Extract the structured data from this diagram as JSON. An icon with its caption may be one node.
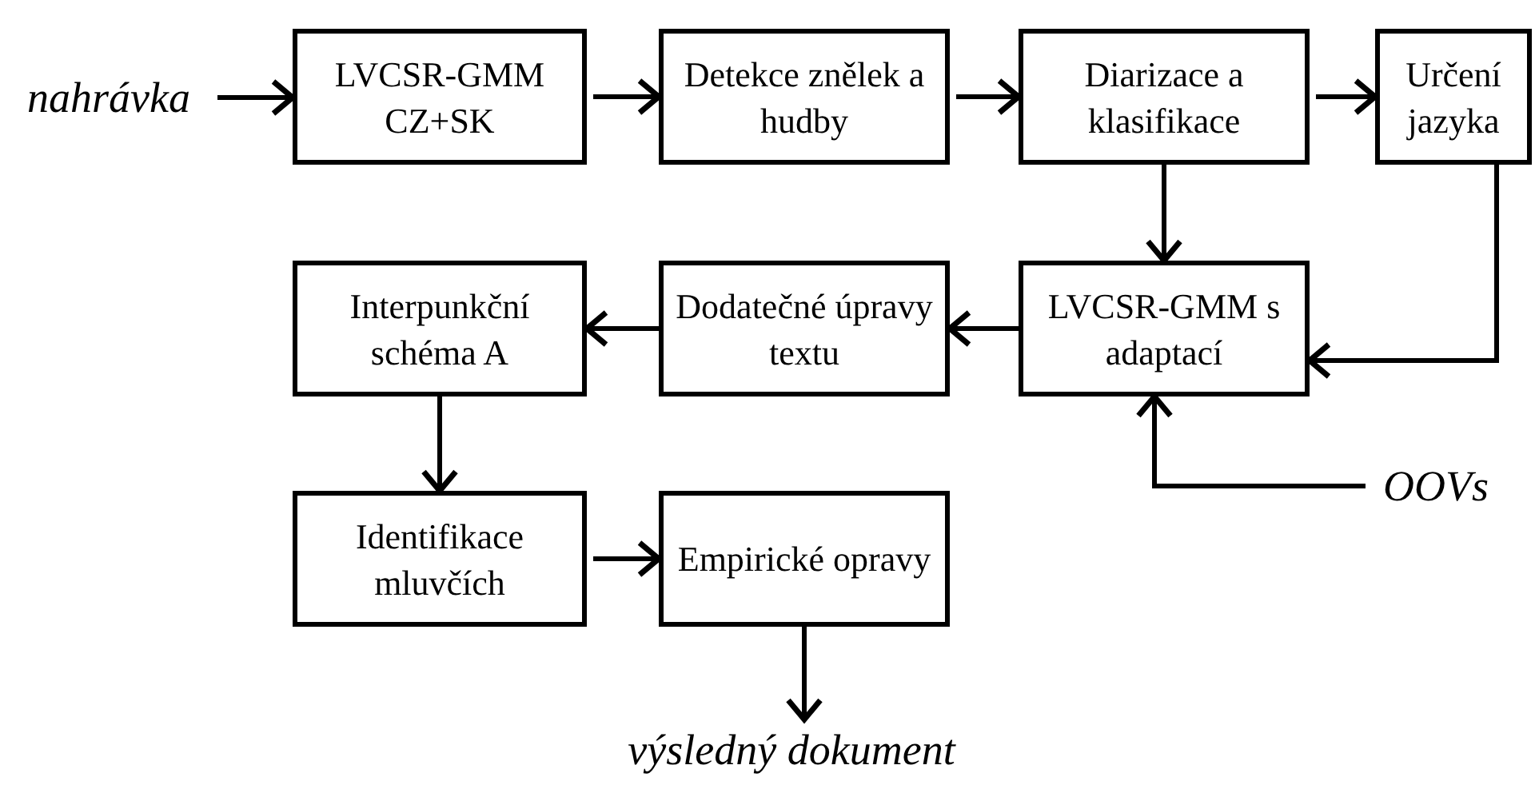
{
  "diagram": {
    "nodes": [
      {
        "text": [
          "nahrávka"
        ]
      },
      {
        "text": [
          "LVCSR-GMM CZ+SK"
        ]
      },
      {
        "text": [
          "Detekce znělek a hudby"
        ]
      },
      {
        "text": [
          "Diarizace a klasifikace"
        ]
      },
      {
        "text": [
          "Určení jazyka"
        ]
      },
      {
        "text": [
          "Interpunkční schéma A"
        ]
      },
      {
        "text": [
          "Dodatečné úpravy textu"
        ]
      },
      {
        "text": [
          "LVCSR-GMM s adaptací"
        ]
      },
      {
        "text": [
          "OOVs"
        ]
      },
      {
        "text": [
          "Identifikace mluvčích"
        ]
      },
      {
        "text": [
          "Empirické opravy"
        ]
      },
      {
        "text": [
          "výsledný dokument"
        ]
      }
    ],
    "edges": [
      {
        "from": 0,
        "to": 1,
        "arrow": "to"
      },
      {
        "from": 1,
        "to": 2,
        "arrow": "to"
      },
      {
        "from": 2,
        "to": 3,
        "arrow": "to"
      },
      {
        "from": 3,
        "to": 4,
        "arrow": "to"
      },
      {
        "from": 3,
        "to": 7,
        "arrow": "to"
      },
      {
        "from": 4,
        "to": 7,
        "arrow": "to"
      },
      {
        "from": 7,
        "to": 6,
        "arrow": "to"
      },
      {
        "from": 6,
        "to": 5,
        "arrow": "to"
      },
      {
        "from": 8,
        "to": 7,
        "arrow": "to"
      },
      {
        "from": 5,
        "to": 9,
        "arrow": "to"
      },
      {
        "from": 9,
        "to": 10,
        "arrow": "to"
      },
      {
        "from": 10,
        "to": 11,
        "arrow": "to"
      }
    ]
  }
}
